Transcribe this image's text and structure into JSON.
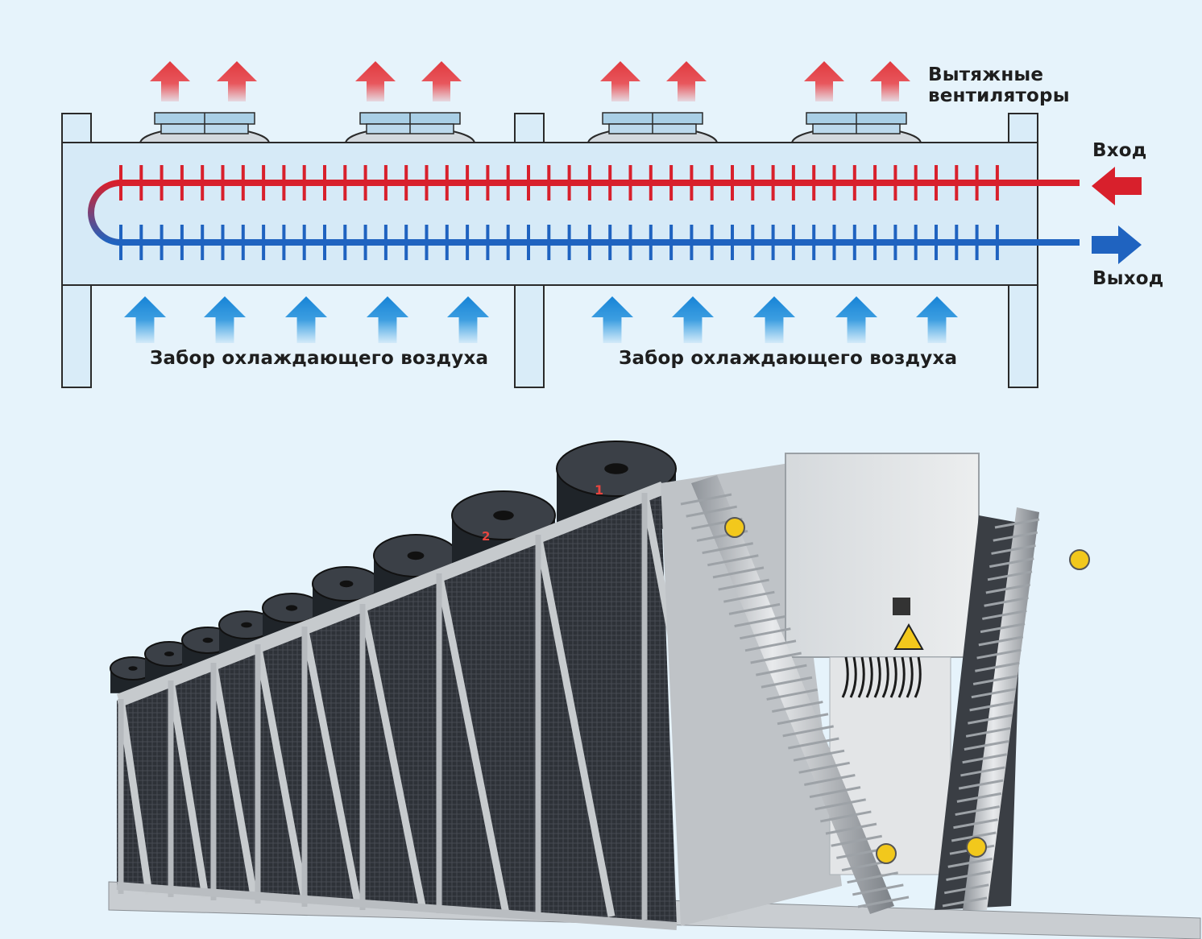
{
  "labels": {
    "exhaust_fans": "Вытяжные\nвентиляторы",
    "inlet": "Вход",
    "outlet": "Выход",
    "air_intake_left": "Забор охлаждающего воздуха",
    "air_intake_right": "Забор охлаждающего воздуха"
  },
  "colors": {
    "background": "#e6f3fb",
    "hot": "#d8202c",
    "cold": "#1f63c0",
    "exhaust_arrow": "#e0474c",
    "intake_arrow": "#1f8fdc",
    "housing": "#d6eaf7",
    "outline": "#2a2a2a"
  },
  "diagram": {
    "fan_count": 4,
    "exhaust_arrow_count": 8,
    "intake_arrow_count": 10,
    "fin_count": 44
  },
  "photo": {
    "fan_numbers": [
      "1",
      "2"
    ]
  }
}
